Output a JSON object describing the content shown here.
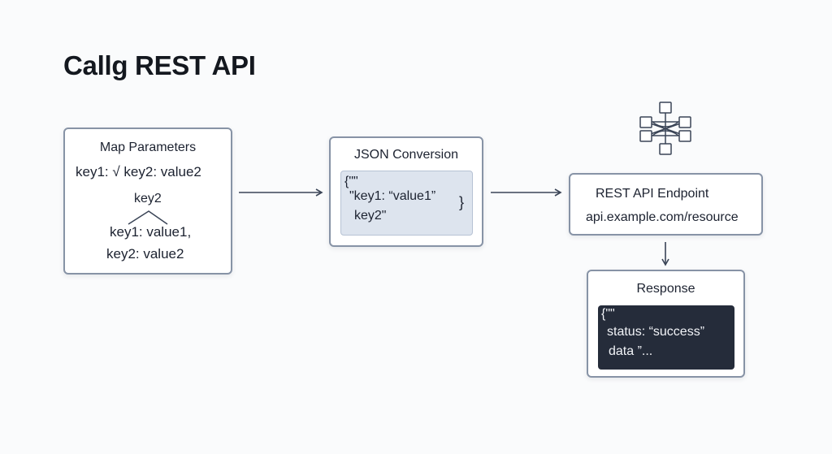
{
  "title": "Callg REST API",
  "map_params": {
    "title": "Map Parameters",
    "line1": "key1: √  key2: value2",
    "tree_root": "key2",
    "tree_line1": "key1: value1,",
    "tree_line2": "key2: value2"
  },
  "json_conversion": {
    "title": "JSON Conversion",
    "open": "{\"\"",
    "line1": "\"key1: “value1”",
    "line2": "key2\"",
    "close": "}"
  },
  "endpoint": {
    "title": "REST API Endpoint",
    "url": "api.example.com/resource",
    "icon": "network-node-icon"
  },
  "response": {
    "title": "Response",
    "open": "{\"\"",
    "line1": "status: “success”",
    "line2": "data ”..."
  },
  "colors": {
    "box_border": "#8793a6",
    "json_bg": "#dde4ee",
    "response_bg": "#252c3a",
    "arrow": "#3a4456"
  }
}
